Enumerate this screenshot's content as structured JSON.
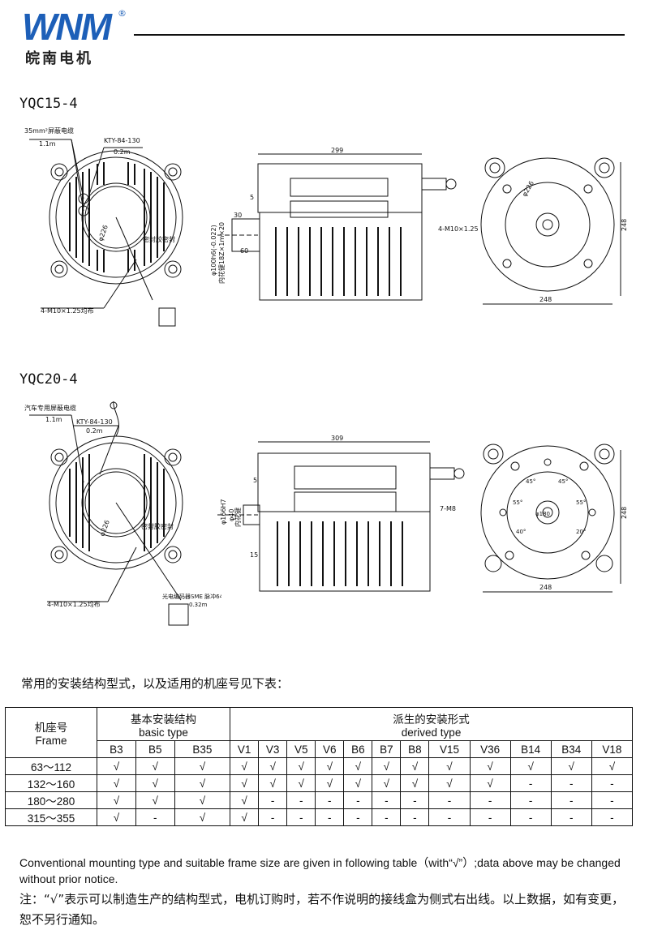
{
  "brand": {
    "logo": "WNM",
    "reg": "®",
    "name_cn": "皖南电机"
  },
  "models": [
    {
      "name": "YQC15-4",
      "left_labels": {
        "cable": "35mm²屏蔽电缆",
        "cable_len": "1.1m",
        "sensor": "KTY-84-130",
        "sensor_len": "0.2m",
        "dia": "φ226",
        "seal": "密封胶密封",
        "bolts": "4-M10×1.25均布"
      },
      "mid_labels": {
        "len": "299",
        "shaft": "φ100h6(-0.022)",
        "spline": "内花键18Z×1m×20",
        "d30": "30",
        "d60": "60",
        "d5": "5"
      },
      "right_labels": {
        "dia": "φ226",
        "bolts": "4-M10×1.25",
        "width": "248",
        "height": "248"
      }
    },
    {
      "name": "YQC20-4",
      "left_labels": {
        "cable": "汽车专用屏蔽电缆",
        "cable_len": "1.1m",
        "sensor": "KTY-84-130",
        "sensor_len": "0.2m",
        "dia": "φ226",
        "seal": "密封胶密封",
        "bolts": "4-M10×1.25均布",
        "encoder": "光电编码器SME 脉冲64",
        "encoder_len": "0.32m"
      },
      "mid_labels": {
        "len": "309",
        "shaft": "φ166H7",
        "spline": "内花键",
        "d40": "φ40",
        "d15": "15",
        "d5": "5"
      },
      "right_labels": {
        "dia": "φ180",
        "bolts": "7-M8",
        "a45a": "45°",
        "a45b": "45°",
        "a55a": "55°",
        "a55b": "55°",
        "a40": "40°",
        "a20": "20°",
        "width": "248",
        "height": "248"
      }
    }
  ],
  "intro": "常用的安装结构型式，以及适用的机座号见下表：",
  "table": {
    "frame_cn": "机座号",
    "frame_en": "Frame",
    "basic_cn": "基本安装结构",
    "basic_en": "basic type",
    "derived_cn": "派生的安装形式",
    "derived_en": "derived type",
    "basic_cols": [
      "B3",
      "B5",
      "B35"
    ],
    "derived_cols": [
      "V1",
      "V3",
      "V5",
      "V6",
      "B6",
      "B7",
      "B8",
      "V15",
      "V36",
      "B14",
      "B34",
      "V18"
    ],
    "rows": [
      {
        "frame": "63～112",
        "cells": [
          "√",
          "√",
          "√",
          "√",
          "√",
          "√",
          "√",
          "√",
          "√",
          "√",
          "√",
          "√",
          "√",
          "√",
          "√"
        ]
      },
      {
        "frame": "132～160",
        "cells": [
          "√",
          "√",
          "√",
          "√",
          "√",
          "√",
          "√",
          "√",
          "√",
          "√",
          "√",
          "√",
          "-",
          "-",
          "-"
        ]
      },
      {
        "frame": "180～280",
        "cells": [
          "√",
          "√",
          "√",
          "√",
          "-",
          "-",
          "-",
          "-",
          "-",
          "-",
          "-",
          "-",
          "-",
          "-",
          "-"
        ]
      },
      {
        "frame": "315～355",
        "cells": [
          "√",
          "-",
          "√",
          "√",
          "-",
          "-",
          "-",
          "-",
          "-",
          "-",
          "-",
          "-",
          "-",
          "-",
          "-"
        ]
      }
    ]
  },
  "note_en": "Conventional mounting type and suitable frame size are given in following table（with“√”）;data above may be changed without prior notice.",
  "note_cn": "注：“√”表示可以制造生产的结构型式，电机订购时，若不作说明的接线盒为侧式右出线。以上数据，如有变更，恕不另行通知。"
}
